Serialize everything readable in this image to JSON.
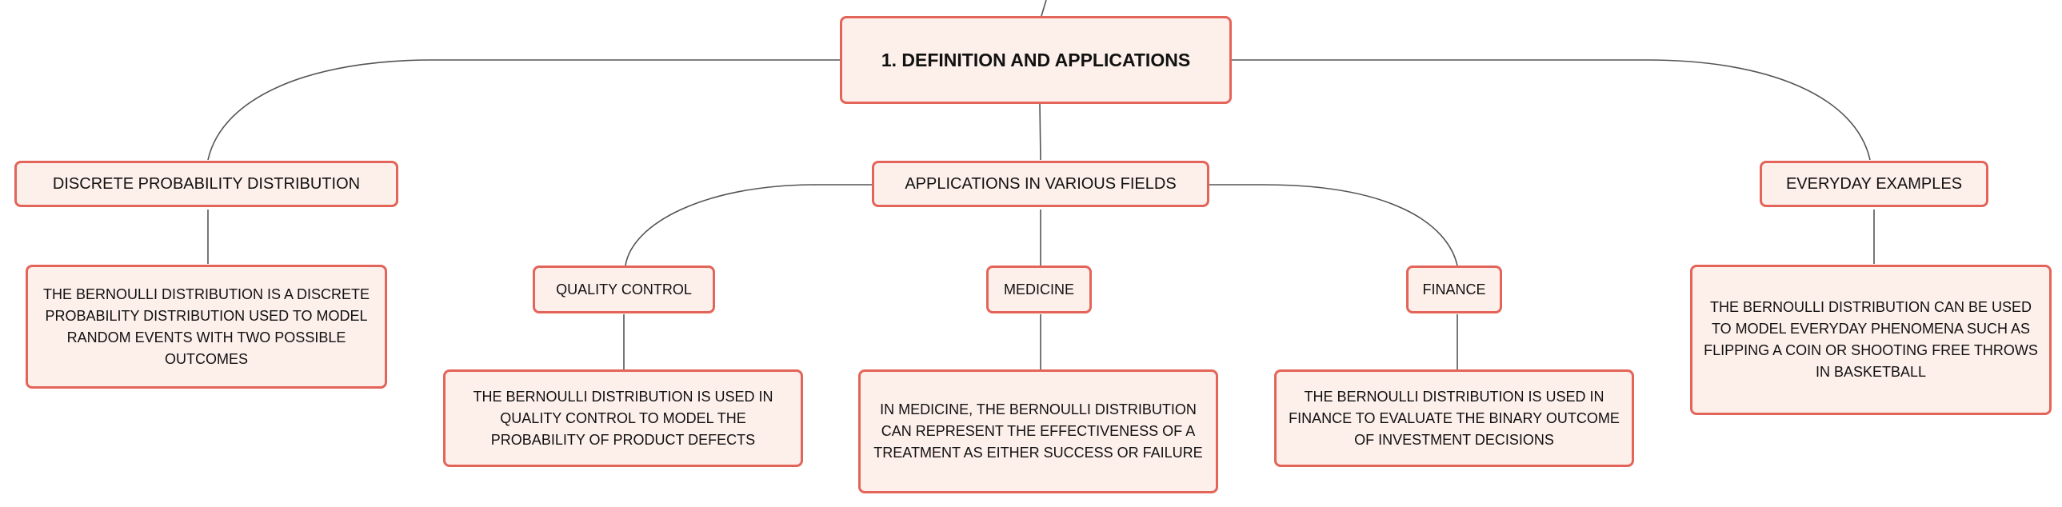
{
  "root": {
    "label": "1. DEFINITION AND APPLICATIONS"
  },
  "branches": {
    "discrete": {
      "label": "DISCRETE PROBABILITY DISTRIBUTION",
      "detail": "THE BERNOULLI DISTRIBUTION IS A DISCRETE PROBABILITY DISTRIBUTION USED TO MODEL RANDOM EVENTS WITH TWO POSSIBLE OUTCOMES"
    },
    "applications": {
      "label": "APPLICATIONS IN VARIOUS FIELDS",
      "quality_control": {
        "label": "QUALITY CONTROL",
        "detail": "THE BERNOULLI DISTRIBUTION IS USED IN QUALITY CONTROL TO MODEL THE PROBABILITY OF PRODUCT DEFECTS"
      },
      "medicine": {
        "label": "MEDICINE",
        "detail": "IN MEDICINE, THE BERNOULLI DISTRIBUTION CAN REPRESENT THE EFFECTIVENESS OF A TREATMENT AS EITHER SUCCESS OR FAILURE"
      },
      "finance": {
        "label": "FINANCE",
        "detail": "THE BERNOULLI DISTRIBUTION IS USED IN FINANCE TO EVALUATE THE BINARY OUTCOME OF INVESTMENT DECISIONS"
      }
    },
    "everyday": {
      "label": "EVERYDAY EXAMPLES",
      "detail": "THE BERNOULLI DISTRIBUTION CAN BE USED TO MODEL EVERYDAY PHENOMENA SUCH AS FLIPPING A COIN OR SHOOTING FREE THROWS IN BASKETBALL"
    }
  },
  "colors": {
    "node_fill": "#fdefea",
    "node_border": "#e3655a",
    "connector": "#555555"
  }
}
